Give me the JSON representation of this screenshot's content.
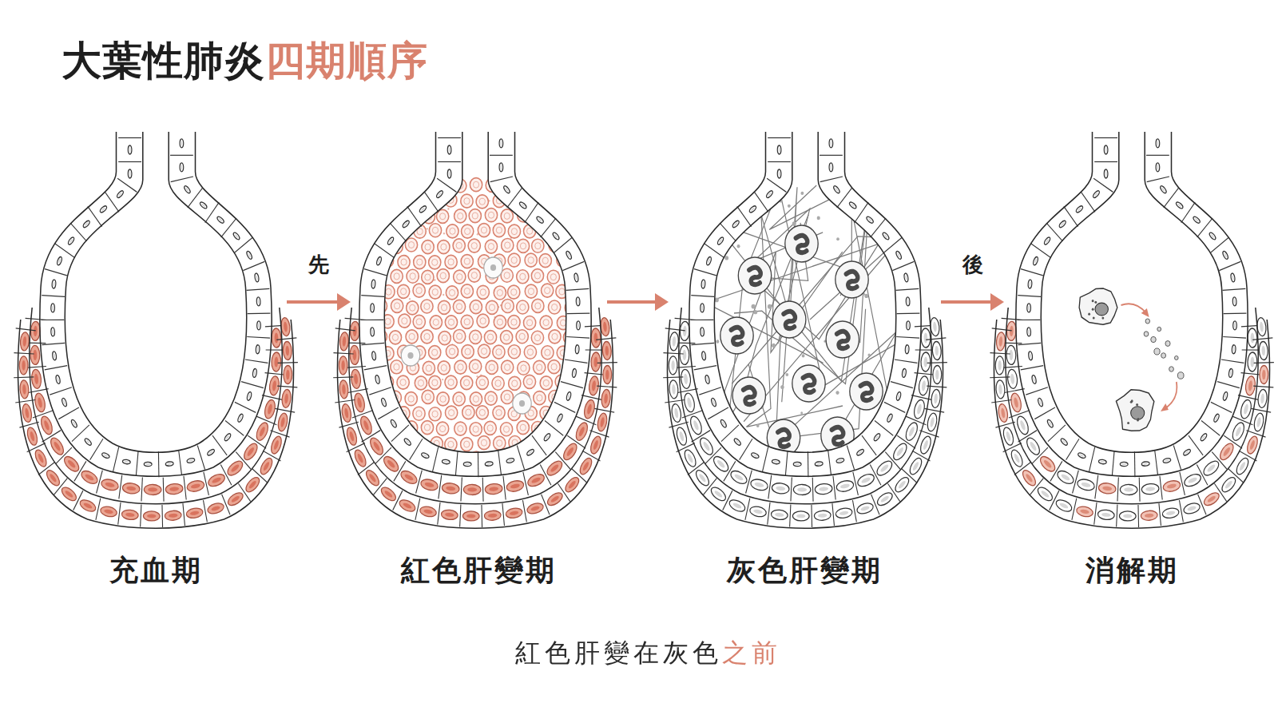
{
  "diagram": {
    "title": "大葉性肺炎四期順序",
    "caption": "紅色肝變在灰色之前",
    "nodes": [
      {
        "text": [
          "充血期"
        ]
      },
      {
        "text": [
          "紅色肝變期"
        ]
      },
      {
        "text": [
          "灰色肝變期"
        ]
      },
      {
        "text": [
          "消解期"
        ]
      }
    ],
    "edges": [
      {
        "from": 0,
        "to": 1,
        "arrow": "to",
        "label": "先"
      },
      {
        "from": 1,
        "to": 2,
        "arrow": "to"
      },
      {
        "from": 2,
        "to": 3,
        "arrow": "to",
        "label": "後"
      }
    ]
  }
}
